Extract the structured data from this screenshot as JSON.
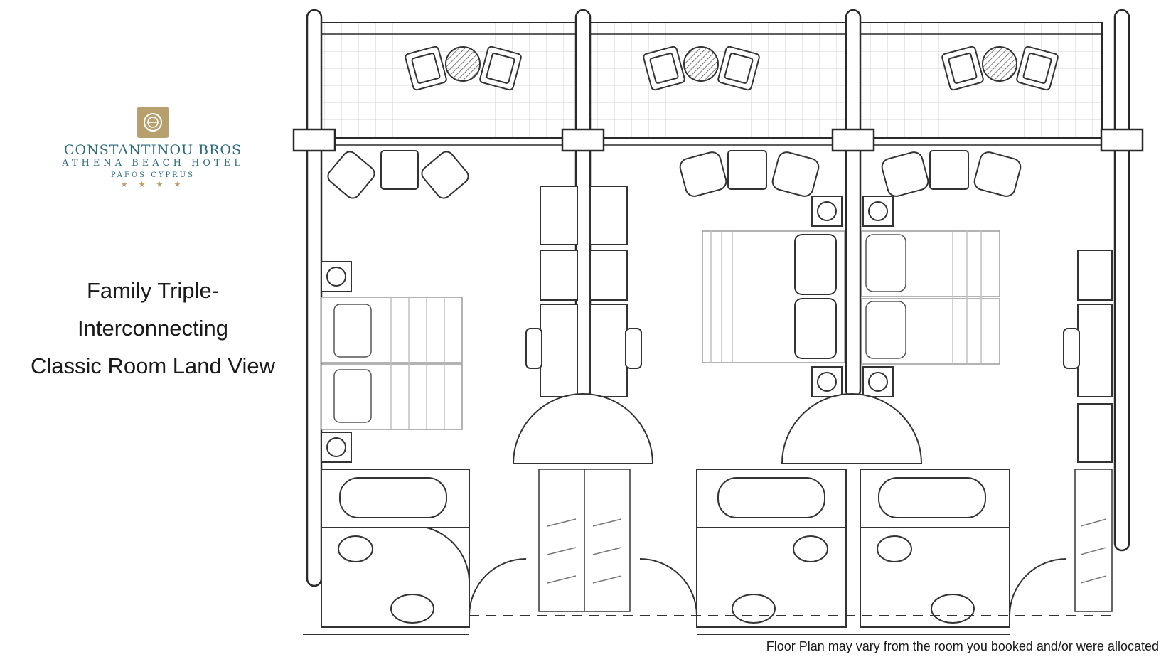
{
  "logo": {
    "brand_line1": "CONSTANTINOU BROS",
    "brand_line2": "ATHENA BEACH HOTEL",
    "brand_line3": "PAFOS CYPRUS",
    "stars": "★ ★ ★ ★",
    "badge_color": "#b89f6e",
    "text_color": "#2d6b7c"
  },
  "room_title": {
    "line1": "Family Triple-",
    "line2": "Interconnecting",
    "line3": "Classic Room Land View"
  },
  "disclaimer": "Floor Plan may vary from the room you booked and/or were allocated",
  "plan_colors": {
    "wall": "#2a2a2a",
    "furniture": "#555555",
    "light": "#9a9a9a"
  }
}
